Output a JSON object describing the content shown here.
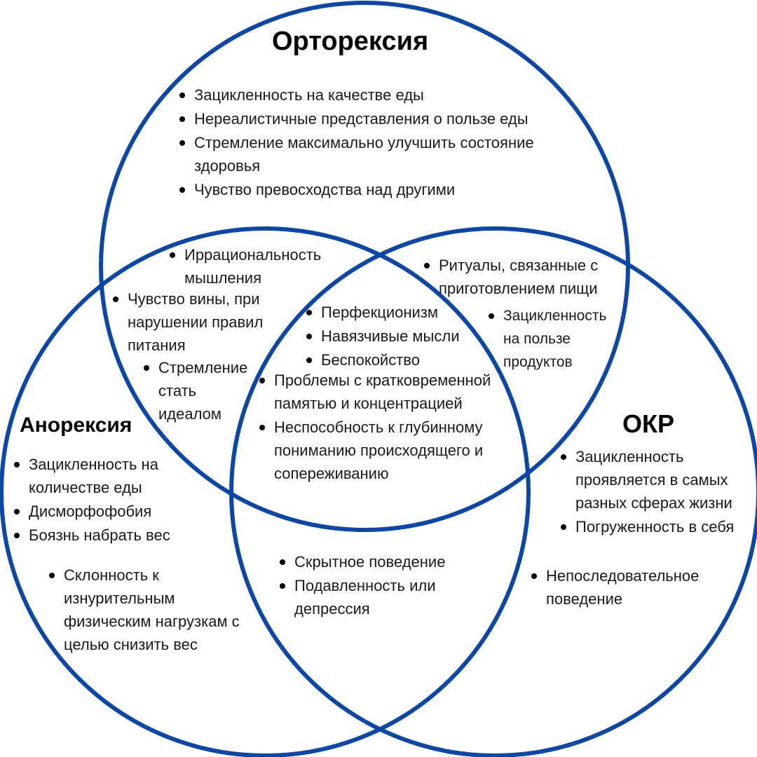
{
  "colors": {
    "circle_stroke": "#0a47a8",
    "text": "#1a1a1a",
    "bullet": "#000000"
  },
  "circles": {
    "orthorexia": {
      "title": "Орторексия"
    },
    "anorexia": {
      "title": "Анорексия"
    },
    "ocd": {
      "title": "ОКР"
    }
  },
  "regions": {
    "orthorexia_only": [
      "Зацикленность на качестве еды",
      "Нереалистичные представления о пользе еды",
      "Стремление максимально улучшить состояние здоровья",
      "Чувство превосходства над другими"
    ],
    "orthorexia_anorexia_a": [
      "Иррациональность мышления"
    ],
    "orthorexia_anorexia_b": [
      "Чувство вины, при нарушении правил питания"
    ],
    "orthorexia_anorexia_c": [
      "Стремление стать идеалом"
    ],
    "orthorexia_ocd_a": [
      "Ритуалы, связанные с приготовлением пищи"
    ],
    "orthorexia_ocd_b": [
      "Зацикленность на пользе продуктов"
    ],
    "center_a": [
      "Перфекционизм",
      "Навязчивые мысли",
      "Беспокойство"
    ],
    "center_b": [
      "Проблемы с кратковременной памятью и концентрацией",
      "Неспособность к глубинному пониманию происходящего и сопереживанию"
    ],
    "anorexia_only_a": [
      "Зацикленность на количестве еды",
      "Дисморфофобия",
      "Боязнь набрать вес"
    ],
    "anorexia_only_b": [
      "Склонность к изнурительным физическим нагрузкам с целью снизить вес"
    ],
    "anorexia_ocd": [
      "Скрытное поведение",
      "Подавленность или депрессия"
    ],
    "ocd_only_a": [
      "Зацикленность проявляется в самых разных сферах жизни",
      "Погруженность в себя"
    ],
    "ocd_only_b": [
      "Непоследовательное поведение"
    ]
  }
}
